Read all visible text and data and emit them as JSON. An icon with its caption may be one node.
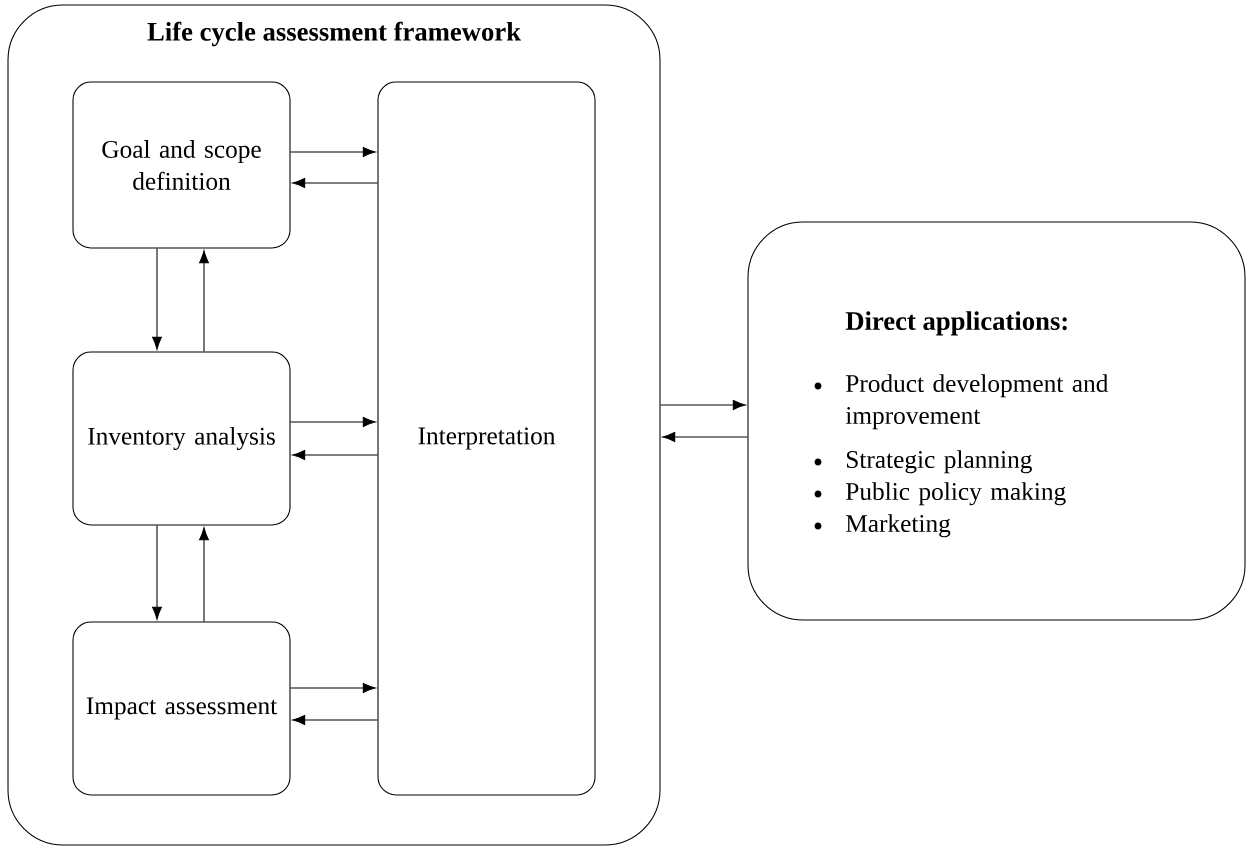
{
  "diagram": {
    "nodes": [
      {
        "text": [
          "Life cycle assessment framework"
        ]
      },
      {
        "text": [
          "Goal and scope definition"
        ],
        "in": 0
      },
      {
        "text": [
          "Inventory analysis"
        ],
        "in": 0
      },
      {
        "text": [
          "Impact assessment"
        ],
        "in": 0
      },
      {
        "text": [
          "Interpretation"
        ],
        "in": 0
      },
      {
        "text": [
          "Direct applications:",
          "Product development and improvement",
          "Strategic planning",
          "Public policy making",
          "Marketing"
        ]
      }
    ],
    "edges": [
      {
        "from": 1,
        "to": 4,
        "arrow": "to"
      },
      {
        "from": 4,
        "to": 1,
        "arrow": "to"
      },
      {
        "from": 2,
        "to": 4,
        "arrow": "to"
      },
      {
        "from": 4,
        "to": 2,
        "arrow": "to"
      },
      {
        "from": 3,
        "to": 4,
        "arrow": "to"
      },
      {
        "from": 4,
        "to": 3,
        "arrow": "to"
      },
      {
        "from": 1,
        "to": 2,
        "arrow": "to"
      },
      {
        "from": 2,
        "to": 1,
        "arrow": "to"
      },
      {
        "from": 2,
        "to": 3,
        "arrow": "to"
      },
      {
        "from": 3,
        "to": 2,
        "arrow": "to"
      },
      {
        "from": 0,
        "to": 5,
        "arrow": "to"
      },
      {
        "from": 5,
        "to": 0,
        "arrow": "to"
      }
    ]
  }
}
